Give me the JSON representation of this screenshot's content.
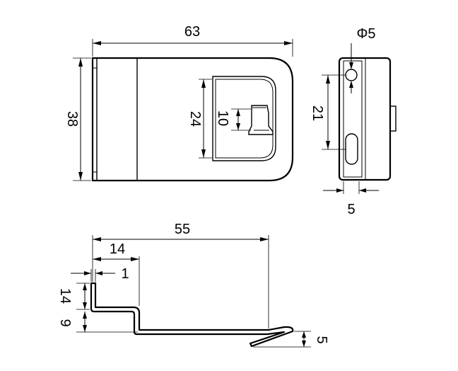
{
  "dimensions": {
    "top_width": "63",
    "top_height": "38",
    "slot_height": "24",
    "tab_width": "10",
    "hole_diameter": "Φ5",
    "hole_spacing": "21",
    "side_thickness": "5",
    "profile_length": "55",
    "profile_offset": "14",
    "material_thickness": "1",
    "vertical_14": "14",
    "vertical_9": "9",
    "lip_height": "5"
  },
  "colors": {
    "line": "#000000",
    "background": "#ffffff"
  }
}
